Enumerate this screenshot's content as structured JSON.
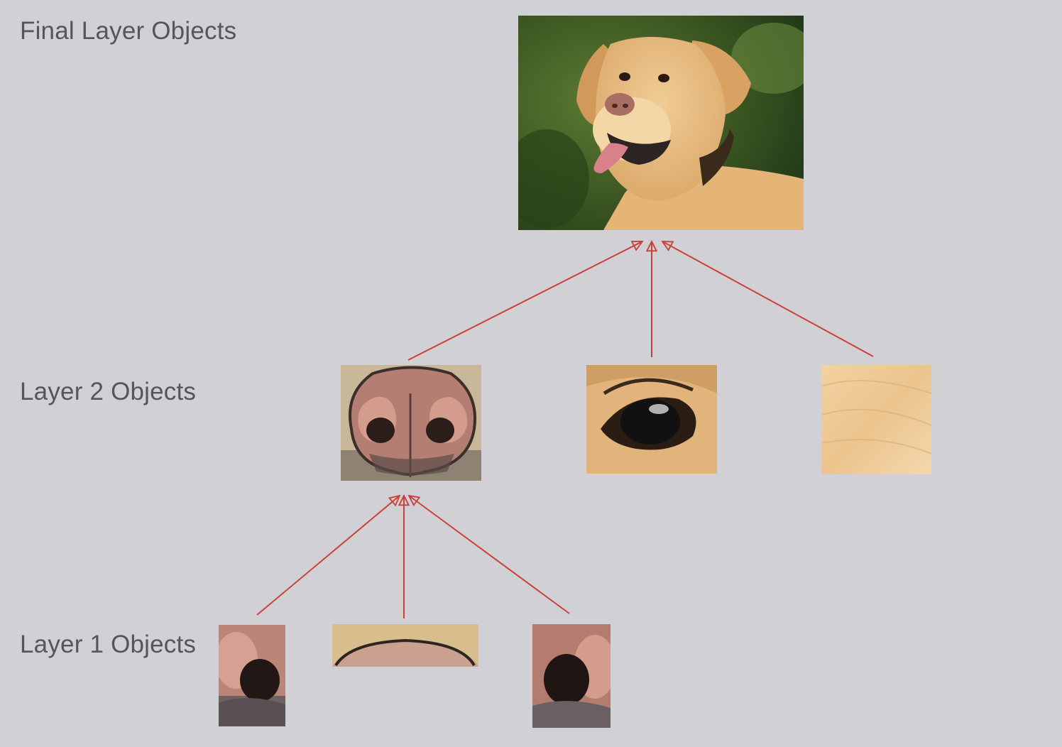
{
  "labels": {
    "final": "Final Layer Objects",
    "layer2": "Layer 2 Objects",
    "layer1": "Layer 1 Objects"
  },
  "colors": {
    "background": "#d1d1d5",
    "arrow": "#c9403c",
    "label": "#56565a"
  },
  "objects": {
    "final": [
      "dog-photo"
    ],
    "layer2": [
      "nose-patch",
      "eye-patch",
      "fur-patch"
    ],
    "layer1": [
      "left-nostril-patch",
      "nose-top-edge-patch",
      "right-nostril-patch"
    ]
  },
  "edges": [
    {
      "from": "nose-patch",
      "to": "dog-photo"
    },
    {
      "from": "eye-patch",
      "to": "dog-photo"
    },
    {
      "from": "fur-patch",
      "to": "dog-photo"
    },
    {
      "from": "left-nostril-patch",
      "to": "nose-patch"
    },
    {
      "from": "nose-top-edge-patch",
      "to": "nose-patch"
    },
    {
      "from": "right-nostril-patch",
      "to": "nose-patch"
    }
  ]
}
